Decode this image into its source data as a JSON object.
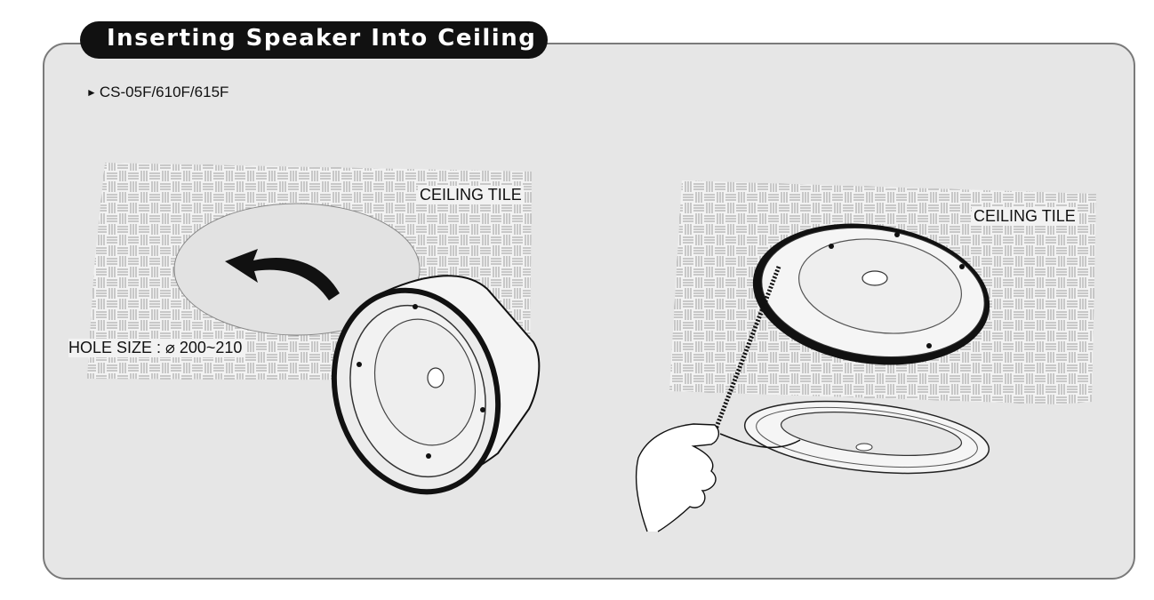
{
  "header": {
    "title": "Inserting Speaker Into Ceiling"
  },
  "model": {
    "label": "CS-05F/610F/615F",
    "marker": "►"
  },
  "left_figure": {
    "tile_label": "CEILING TILE",
    "hole_label": "HOLE SIZE : ⌀ 200~210"
  },
  "right_figure": {
    "tile_label": "CEILING TILE"
  },
  "colors": {
    "panel": "#e6e6e6",
    "border": "#7a7a7a",
    "tab": "#111111",
    "tile_pattern": "#8a8a8a"
  }
}
